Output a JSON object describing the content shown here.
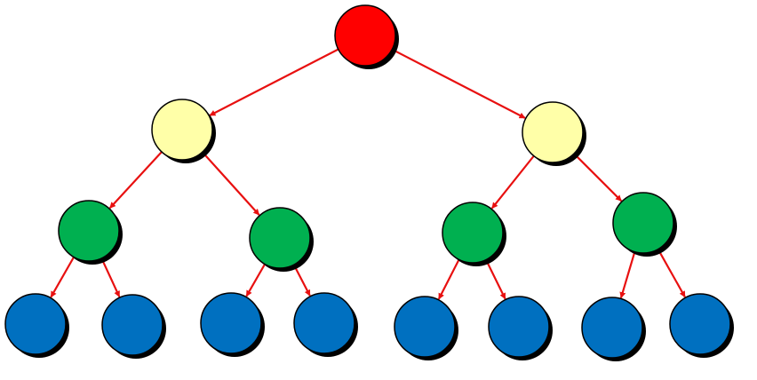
{
  "diagram": {
    "type": "binary-tree",
    "levels": 4,
    "colors": {
      "root": "#ff0000",
      "level_1": "#ffffa8",
      "level_2": "#00b050",
      "level_3": "#0070c0",
      "edge": "#e81010",
      "outline": "#000000"
    },
    "nodes": [
      {
        "id": "root",
        "level": 0,
        "parent": null
      },
      {
        "id": "L",
        "level": 1,
        "parent": "root"
      },
      {
        "id": "R",
        "level": 1,
        "parent": "root"
      },
      {
        "id": "LL",
        "level": 2,
        "parent": "L"
      },
      {
        "id": "LR",
        "level": 2,
        "parent": "L"
      },
      {
        "id": "RL",
        "level": 2,
        "parent": "R"
      },
      {
        "id": "RR",
        "level": 2,
        "parent": "R"
      },
      {
        "id": "LLL",
        "level": 3,
        "parent": "LL"
      },
      {
        "id": "LLR",
        "level": 3,
        "parent": "LL"
      },
      {
        "id": "LRL",
        "level": 3,
        "parent": "LR"
      },
      {
        "id": "LRR",
        "level": 3,
        "parent": "LR"
      },
      {
        "id": "RLL",
        "level": 3,
        "parent": "RL"
      },
      {
        "id": "RLR",
        "level": 3,
        "parent": "RL"
      },
      {
        "id": "RRL",
        "level": 3,
        "parent": "RR"
      },
      {
        "id": "RRR",
        "level": 3,
        "parent": "RR"
      }
    ]
  }
}
